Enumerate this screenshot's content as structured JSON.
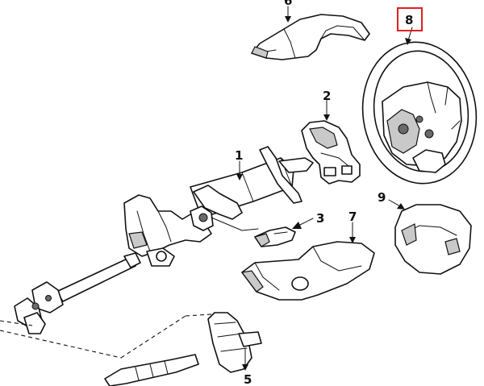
{
  "callouts": [
    {
      "id": "1",
      "label": "1"
    },
    {
      "id": "2",
      "label": "2"
    },
    {
      "id": "3",
      "label": "3"
    },
    {
      "id": "5",
      "label": "5"
    },
    {
      "id": "6",
      "label": "6"
    },
    {
      "id": "7",
      "label": "7"
    },
    {
      "id": "8",
      "label": "8"
    },
    {
      "id": "9",
      "label": "9"
    }
  ],
  "highlighted_callout": "8",
  "colors": {
    "highlight_box": "#e02020",
    "line": "#111111",
    "shade": "#c9c9c9"
  }
}
